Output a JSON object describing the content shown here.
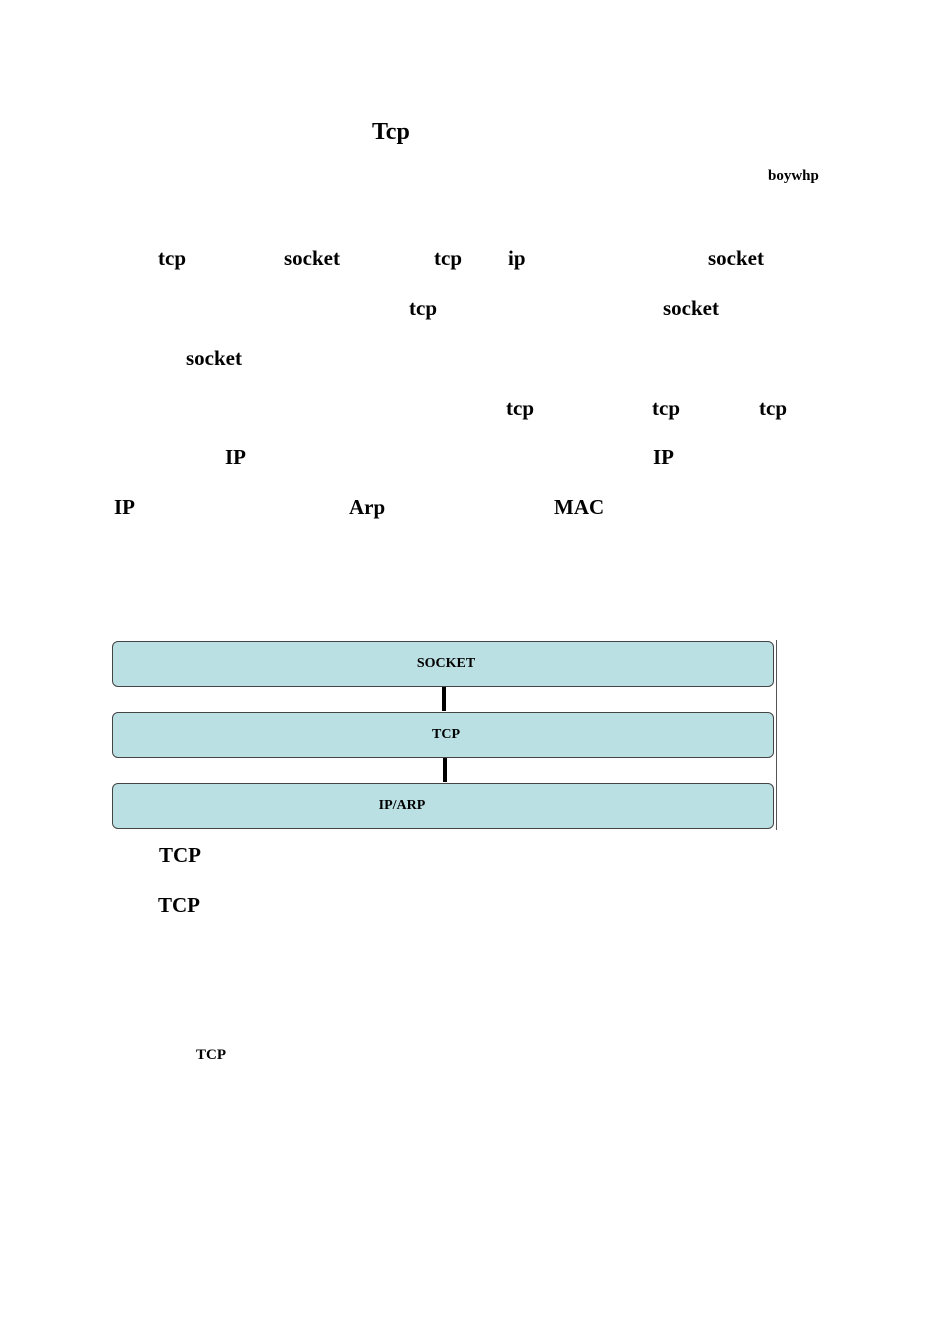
{
  "doc": {
    "title": "Tcp",
    "author": "boywhp",
    "lines": [
      [
        "tcp",
        "socket",
        "tcp",
        "ip",
        "socket"
      ],
      [
        "tcp",
        "socket"
      ],
      [
        "socket"
      ],
      [
        "tcp",
        "tcp",
        "tcp"
      ],
      [
        "IP",
        "IP"
      ],
      [
        "IP",
        "Arp",
        "MAC"
      ]
    ],
    "diagram": {
      "layers": [
        "SOCKET",
        "TCP",
        "IP/ARP"
      ]
    },
    "after_diagram": [
      "TCP",
      "TCP"
    ],
    "caption": "TCP"
  }
}
